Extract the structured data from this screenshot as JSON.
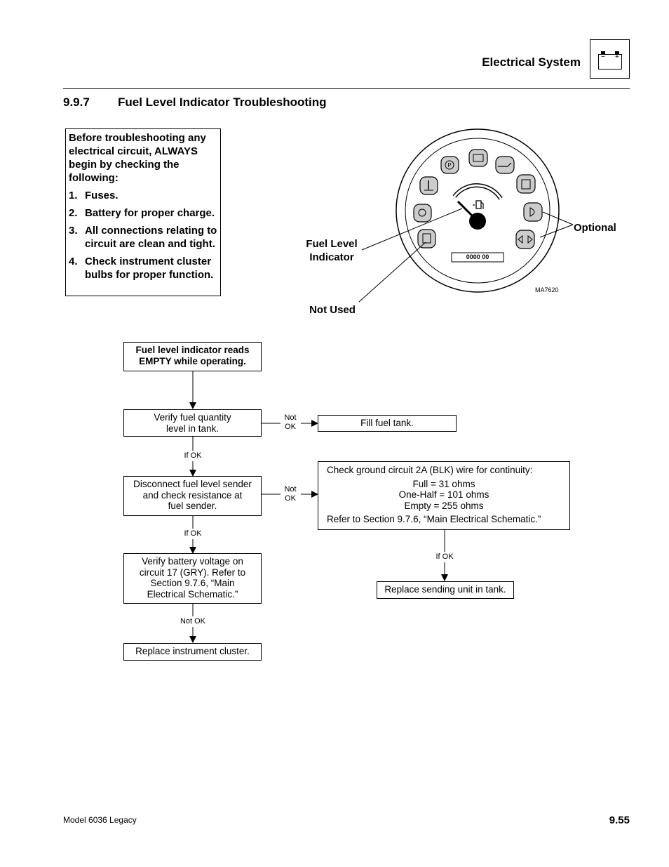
{
  "header": {
    "title": "Electrical System",
    "battery_icon": {
      "minus": "−",
      "plus": "+"
    }
  },
  "section": {
    "number": "9.9.7",
    "title": "Fuel Level Indicator Troubleshooting"
  },
  "note": {
    "intro": "Before troubleshooting any electrical circuit, ALWAYS begin by checking the following:",
    "items": [
      {
        "num": "1.",
        "text": "Fuses."
      },
      {
        "num": "2.",
        "text": "Battery for proper charge."
      },
      {
        "num": "3.",
        "text": "All connections relating to circuit are clean and tight."
      },
      {
        "num": "4.",
        "text": "Check instrument cluster bulbs for proper function."
      }
    ]
  },
  "gauge": {
    "fuel_label_line1": "Fuel Level",
    "fuel_label_line2": "Indicator",
    "not_used_label": "Not Used",
    "optional_label": "Optional",
    "odometer": "0000 00",
    "figure_id": "MA7620"
  },
  "flowchart": {
    "start": {
      "line1": "Fuel level indicator reads",
      "line2": "EMPTY while operating."
    },
    "step1": {
      "line1": "Verify fuel quantity",
      "line2": "level in tank."
    },
    "step1_no_label": {
      "line1": "Not",
      "line2": "OK"
    },
    "step1_no_action": "Fill fuel tank.",
    "step1_ok_label": "If OK",
    "step2": {
      "line1": "Disconnect fuel level sender",
      "line2": "and check resistance at",
      "line3": "fuel sender."
    },
    "step2_no_label": {
      "line1": "Not",
      "line2": "OK"
    },
    "step2_no_action": {
      "line1": "Check ground circuit 2A (BLK) wire for continuity:",
      "full": "Full = 31 ohms",
      "half": "One-Half = 101 ohms",
      "empty": "Empty = 255 ohms",
      "refer": "Refer to Section 9.7.6, “Main Electrical Schematic.”"
    },
    "step2_no_ok_label": "If OK",
    "step2_no_ok_action": "Replace sending unit in tank.",
    "step2_ok_label": "If OK",
    "step3": {
      "line1": "Verify battery voltage on",
      "line2": "circuit 17 (GRY). Refer to",
      "line3": "Section 9.7.6, “Main",
      "line4": "Electrical Schematic.”"
    },
    "step3_no_label": "Not OK",
    "step3_no_action": "Replace instrument cluster."
  },
  "footer": {
    "model": "Model  6036 Legacy",
    "page": "9.55"
  }
}
